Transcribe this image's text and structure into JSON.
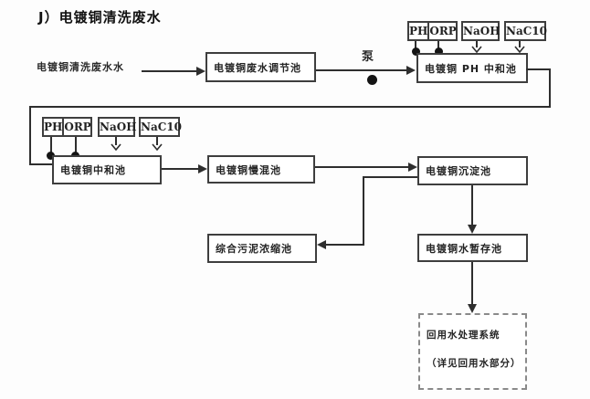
{
  "title": "J）电镀铜清洗废水",
  "feed": {
    "label": "电镀铜清洗废水水"
  },
  "pump": {
    "label": "泵"
  },
  "dosing_top": {
    "ph": "PH",
    "orp": "ORP",
    "naoh": "NaOH",
    "naclo": "NaC10"
  },
  "dosing_left": {
    "ph": "PH",
    "orp": "ORP",
    "naoh": "NaOH",
    "naclo": "NaC10"
  },
  "nodes": {
    "adjust_tank": {
      "label": "电镀铜废水调节池"
    },
    "ph_neutralize_tank": {
      "label": "电镀铜 PH 中和池"
    },
    "neutralize_tank": {
      "label": "电镀铜中和池"
    },
    "slow_mix_tank": {
      "label": "电镀铜慢混池"
    },
    "sediment_tank": {
      "label": "电镀铜沉淀池"
    },
    "sludge_thickener": {
      "label": "综合污泥浓缩池"
    },
    "water_storage_tank": {
      "label": "电镀铜水暂存池"
    },
    "reuse_system": {
      "label": "回用水处理系统",
      "note": "（详见回用水部分）"
    }
  },
  "colors": {
    "line": "#2e2e2e",
    "box_border": "#3e3e3e",
    "background": "#fdfdfd"
  }
}
